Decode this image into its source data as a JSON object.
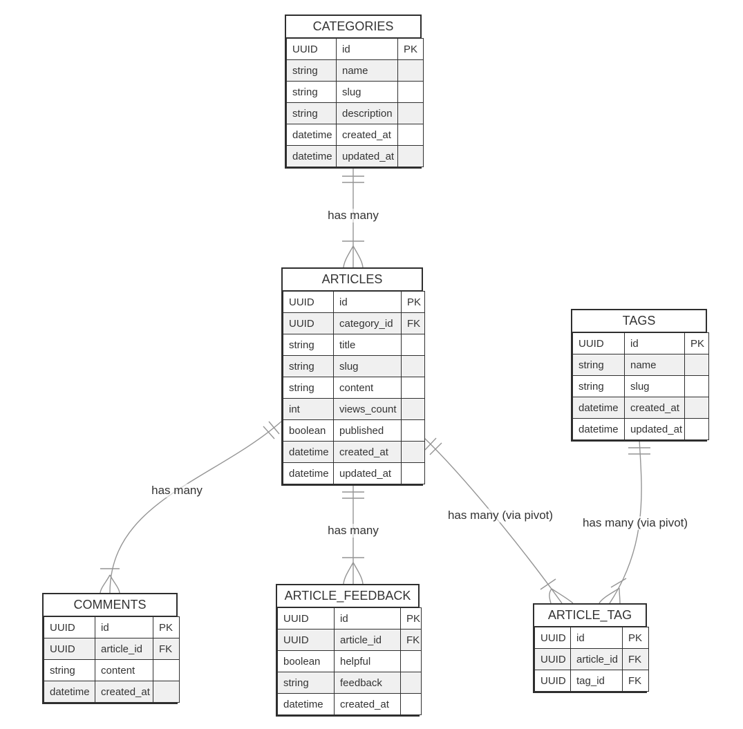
{
  "diagram": {
    "type": "entity-relationship",
    "background_color": "#ffffff",
    "line_color": "#949494",
    "border_color": "#2e2e2e",
    "text_color": "#333333",
    "row_alt_color": "#f0f0f0"
  },
  "tables": [
    {
      "title": "CATEGORIES",
      "columns": [
        {
          "type": "UUID",
          "name": "id",
          "key": "PK"
        },
        {
          "type": "string",
          "name": "name",
          "key": ""
        },
        {
          "type": "string",
          "name": "slug",
          "key": ""
        },
        {
          "type": "string",
          "name": "description",
          "key": ""
        },
        {
          "type": "datetime",
          "name": "created_at",
          "key": ""
        },
        {
          "type": "datetime",
          "name": "updated_at",
          "key": ""
        }
      ]
    },
    {
      "title": "ARTICLES",
      "columns": [
        {
          "type": "UUID",
          "name": "id",
          "key": "PK"
        },
        {
          "type": "UUID",
          "name": "category_id",
          "key": "FK"
        },
        {
          "type": "string",
          "name": "title",
          "key": ""
        },
        {
          "type": "string",
          "name": "slug",
          "key": ""
        },
        {
          "type": "string",
          "name": "content",
          "key": ""
        },
        {
          "type": "int",
          "name": "views_count",
          "key": ""
        },
        {
          "type": "boolean",
          "name": "published",
          "key": ""
        },
        {
          "type": "datetime",
          "name": "created_at",
          "key": ""
        },
        {
          "type": "datetime",
          "name": "updated_at",
          "key": ""
        }
      ]
    },
    {
      "title": "TAGS",
      "columns": [
        {
          "type": "UUID",
          "name": "id",
          "key": "PK"
        },
        {
          "type": "string",
          "name": "name",
          "key": ""
        },
        {
          "type": "string",
          "name": "slug",
          "key": ""
        },
        {
          "type": "datetime",
          "name": "created_at",
          "key": ""
        },
        {
          "type": "datetime",
          "name": "updated_at",
          "key": ""
        }
      ]
    },
    {
      "title": "COMMENTS",
      "columns": [
        {
          "type": "UUID",
          "name": "id",
          "key": "PK"
        },
        {
          "type": "UUID",
          "name": "article_id",
          "key": "FK"
        },
        {
          "type": "string",
          "name": "content",
          "key": ""
        },
        {
          "type": "datetime",
          "name": "created_at",
          "key": ""
        }
      ]
    },
    {
      "title": "ARTICLE_FEEDBACK",
      "columns": [
        {
          "type": "UUID",
          "name": "id",
          "key": "PK"
        },
        {
          "type": "UUID",
          "name": "article_id",
          "key": "FK"
        },
        {
          "type": "boolean",
          "name": "helpful",
          "key": ""
        },
        {
          "type": "string",
          "name": "feedback",
          "key": ""
        },
        {
          "type": "datetime",
          "name": "created_at",
          "key": ""
        }
      ]
    },
    {
      "title": "ARTICLE_TAG",
      "columns": [
        {
          "type": "UUID",
          "name": "id",
          "key": "PK"
        },
        {
          "type": "UUID",
          "name": "article_id",
          "key": "FK"
        },
        {
          "type": "UUID",
          "name": "tag_id",
          "key": "FK"
        }
      ]
    }
  ],
  "relationships": [
    {
      "from": "CATEGORIES",
      "to": "ARTICLES",
      "label": "has many",
      "cardinality": "exactly-one to one-or-many"
    },
    {
      "from": "ARTICLES",
      "to": "COMMENTS",
      "label": "has many",
      "cardinality": "exactly-one to one-or-many"
    },
    {
      "from": "ARTICLES",
      "to": "ARTICLE_FEEDBACK",
      "label": "has many",
      "cardinality": "exactly-one to one-or-many"
    },
    {
      "from": "ARTICLES",
      "to": "ARTICLE_TAG",
      "label": "has many (via pivot)",
      "cardinality": "exactly-one to one-or-many"
    },
    {
      "from": "TAGS",
      "to": "ARTICLE_TAG",
      "label": "has many (via pivot)",
      "cardinality": "exactly-one to one-or-many"
    }
  ]
}
